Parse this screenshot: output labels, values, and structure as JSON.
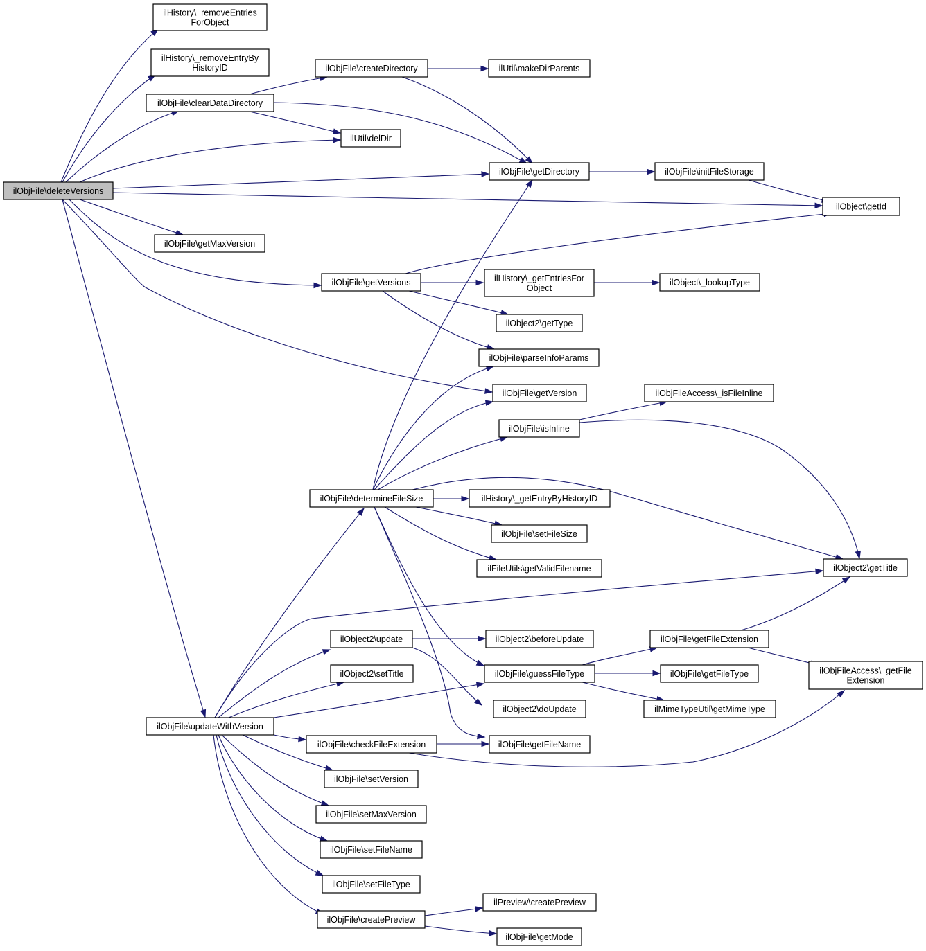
{
  "graph": {
    "colors": {
      "node_fill": "#ffffff",
      "root_fill": "#bfbfbf",
      "edge": "#191970",
      "border": "#000000"
    },
    "root": "deleteVersions",
    "nodes": [
      {
        "id": "deleteVersions",
        "lines": [
          "ilObjFile\\deleteVersions"
        ]
      },
      {
        "id": "removeEntriesForObject",
        "lines": [
          "ilHistory\\_removeEntries",
          "ForObject"
        ]
      },
      {
        "id": "removeEntryByHistoryID",
        "lines": [
          "ilHistory\\_removeEntryBy",
          "HistoryID"
        ]
      },
      {
        "id": "clearDataDirectory",
        "lines": [
          "ilObjFile\\clearDataDirectory"
        ]
      },
      {
        "id": "createDirectory",
        "lines": [
          "ilObjFile\\createDirectory"
        ]
      },
      {
        "id": "makeDirParents",
        "lines": [
          "ilUtil\\makeDirParents"
        ]
      },
      {
        "id": "delDir",
        "lines": [
          "ilUtil\\delDir"
        ]
      },
      {
        "id": "getDirectory",
        "lines": [
          "ilObjFile\\getDirectory"
        ]
      },
      {
        "id": "initFileStorage",
        "lines": [
          "ilObjFile\\initFileStorage"
        ]
      },
      {
        "id": "getId",
        "lines": [
          "ilObject\\getId"
        ]
      },
      {
        "id": "getMaxVersion",
        "lines": [
          "ilObjFile\\getMaxVersion"
        ]
      },
      {
        "id": "getVersions",
        "lines": [
          "ilObjFile\\getVersions"
        ]
      },
      {
        "id": "getEntriesForObject",
        "lines": [
          "ilHistory\\_getEntriesFor",
          "Object"
        ]
      },
      {
        "id": "lookupType",
        "lines": [
          "ilObject\\_lookupType"
        ]
      },
      {
        "id": "getType",
        "lines": [
          "ilObject2\\getType"
        ]
      },
      {
        "id": "parseInfoParams",
        "lines": [
          "ilObjFile\\parseInfoParams"
        ]
      },
      {
        "id": "getVersion",
        "lines": [
          "ilObjFile\\getVersion"
        ]
      },
      {
        "id": "isFileInline",
        "lines": [
          "ilObjFileAccess\\_isFileInline"
        ]
      },
      {
        "id": "isInline",
        "lines": [
          "ilObjFile\\isInline"
        ]
      },
      {
        "id": "determineFileSize",
        "lines": [
          "ilObjFile\\determineFileSize"
        ]
      },
      {
        "id": "getEntryByHistoryID",
        "lines": [
          "ilHistory\\_getEntryByHistoryID"
        ]
      },
      {
        "id": "setFileSize",
        "lines": [
          "ilObjFile\\setFileSize"
        ]
      },
      {
        "id": "getValidFilename",
        "lines": [
          "ilFileUtils\\getValidFilename"
        ]
      },
      {
        "id": "getTitle",
        "lines": [
          "ilObject2\\getTitle"
        ]
      },
      {
        "id": "update",
        "lines": [
          "ilObject2\\update"
        ]
      },
      {
        "id": "beforeUpdate",
        "lines": [
          "ilObject2\\beforeUpdate"
        ]
      },
      {
        "id": "getFileExtension",
        "lines": [
          "ilObjFile\\getFileExtension"
        ]
      },
      {
        "id": "accessGetFileExtension",
        "lines": [
          "ilObjFileAccess\\_getFile",
          "Extension"
        ]
      },
      {
        "id": "setTitle",
        "lines": [
          "ilObject2\\setTitle"
        ]
      },
      {
        "id": "guessFileType",
        "lines": [
          "ilObjFile\\guessFileType"
        ]
      },
      {
        "id": "getFileType",
        "lines": [
          "ilObjFile\\getFileType"
        ]
      },
      {
        "id": "doUpdate",
        "lines": [
          "ilObject2\\doUpdate"
        ]
      },
      {
        "id": "getMimeType",
        "lines": [
          "ilMimeTypeUtil\\getMimeType"
        ]
      },
      {
        "id": "updateWithVersion",
        "lines": [
          "ilObjFile\\updateWithVersion"
        ]
      },
      {
        "id": "checkFileExtension",
        "lines": [
          "ilObjFile\\checkFileExtension"
        ]
      },
      {
        "id": "getFileName",
        "lines": [
          "ilObjFile\\getFileName"
        ]
      },
      {
        "id": "setVersion",
        "lines": [
          "ilObjFile\\setVersion"
        ]
      },
      {
        "id": "setMaxVersion",
        "lines": [
          "ilObjFile\\setMaxVersion"
        ]
      },
      {
        "id": "setFileName",
        "lines": [
          "ilObjFile\\setFileName"
        ]
      },
      {
        "id": "setFileType",
        "lines": [
          "ilObjFile\\setFileType"
        ]
      },
      {
        "id": "createPreview",
        "lines": [
          "ilObjFile\\createPreview"
        ]
      },
      {
        "id": "previewCreatePreview",
        "lines": [
          "ilPreview\\createPreview"
        ]
      },
      {
        "id": "getMode",
        "lines": [
          "ilObjFile\\getMode"
        ]
      }
    ],
    "edges": [
      [
        "deleteVersions",
        "removeEntriesForObject"
      ],
      [
        "deleteVersions",
        "removeEntryByHistoryID"
      ],
      [
        "deleteVersions",
        "clearDataDirectory"
      ],
      [
        "deleteVersions",
        "delDir"
      ],
      [
        "deleteVersions",
        "getDirectory"
      ],
      [
        "deleteVersions",
        "getId"
      ],
      [
        "deleteVersions",
        "getMaxVersion"
      ],
      [
        "deleteVersions",
        "getVersions"
      ],
      [
        "deleteVersions",
        "getVersion"
      ],
      [
        "deleteVersions",
        "updateWithVersion"
      ],
      [
        "clearDataDirectory",
        "createDirectory"
      ],
      [
        "clearDataDirectory",
        "delDir"
      ],
      [
        "clearDataDirectory",
        "getDirectory"
      ],
      [
        "createDirectory",
        "makeDirParents"
      ],
      [
        "createDirectory",
        "getDirectory"
      ],
      [
        "getDirectory",
        "initFileStorage"
      ],
      [
        "initFileStorage",
        "getId"
      ],
      [
        "getVersions",
        "getId"
      ],
      [
        "getVersions",
        "getEntriesForObject"
      ],
      [
        "getVersions",
        "getType"
      ],
      [
        "getVersions",
        "parseInfoParams"
      ],
      [
        "getEntriesForObject",
        "lookupType"
      ],
      [
        "isInline",
        "isFileInline"
      ],
      [
        "isInline",
        "getTitle"
      ],
      [
        "determineFileSize",
        "getDirectory"
      ],
      [
        "determineFileSize",
        "parseInfoParams"
      ],
      [
        "determineFileSize",
        "getVersion"
      ],
      [
        "determineFileSize",
        "isInline"
      ],
      [
        "determineFileSize",
        "getEntryByHistoryID"
      ],
      [
        "determineFileSize",
        "setFileSize"
      ],
      [
        "determineFileSize",
        "getValidFilename"
      ],
      [
        "determineFileSize",
        "getTitle"
      ],
      [
        "determineFileSize",
        "guessFileType"
      ],
      [
        "determineFileSize",
        "getFileName"
      ],
      [
        "update",
        "beforeUpdate"
      ],
      [
        "update",
        "doUpdate"
      ],
      [
        "getFileExtension",
        "getTitle"
      ],
      [
        "getFileExtension",
        "accessGetFileExtension"
      ],
      [
        "guessFileType",
        "getFileExtension"
      ],
      [
        "guessFileType",
        "getFileType"
      ],
      [
        "guessFileType",
        "getMimeType"
      ],
      [
        "updateWithVersion",
        "determineFileSize"
      ],
      [
        "updateWithVersion",
        "getTitle"
      ],
      [
        "updateWithVersion",
        "update"
      ],
      [
        "updateWithVersion",
        "setTitle"
      ],
      [
        "updateWithVersion",
        "guessFileType"
      ],
      [
        "updateWithVersion",
        "checkFileExtension"
      ],
      [
        "updateWithVersion",
        "setVersion"
      ],
      [
        "updateWithVersion",
        "setMaxVersion"
      ],
      [
        "updateWithVersion",
        "setFileName"
      ],
      [
        "updateWithVersion",
        "setFileType"
      ],
      [
        "updateWithVersion",
        "createPreview"
      ],
      [
        "checkFileExtension",
        "getFileName"
      ],
      [
        "checkFileExtension",
        "accessGetFileExtension"
      ],
      [
        "createPreview",
        "previewCreatePreview"
      ],
      [
        "createPreview",
        "getMode"
      ]
    ]
  }
}
